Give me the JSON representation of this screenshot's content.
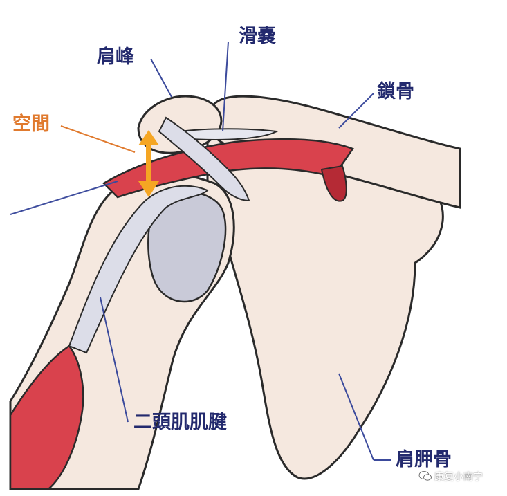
{
  "labels": {
    "acromion": "肩峰",
    "bursa": "滑嚢",
    "space": "空間",
    "clavicle": "鎖骨",
    "biceps_tendon": "二頭肌肌腱",
    "scapula": "肩胛骨"
  },
  "watermark": {
    "text": "康复小南宁",
    "icon": "wechat-icon"
  },
  "colors": {
    "label_text": "#232a6e",
    "leader_line": "#3b4a9c",
    "space_label": "#e07a2e",
    "space_leader": "#e07a2e",
    "arrow": "#f5a623",
    "bone_fill": "#f5e8df",
    "bone_outline": "#2a2a2a",
    "muscle": "#d9424d",
    "muscle_dark": "#b52a35",
    "tendon": "#dcdde8",
    "cartilage": "#c9cad8",
    "bursa": "#e6e7ef"
  }
}
